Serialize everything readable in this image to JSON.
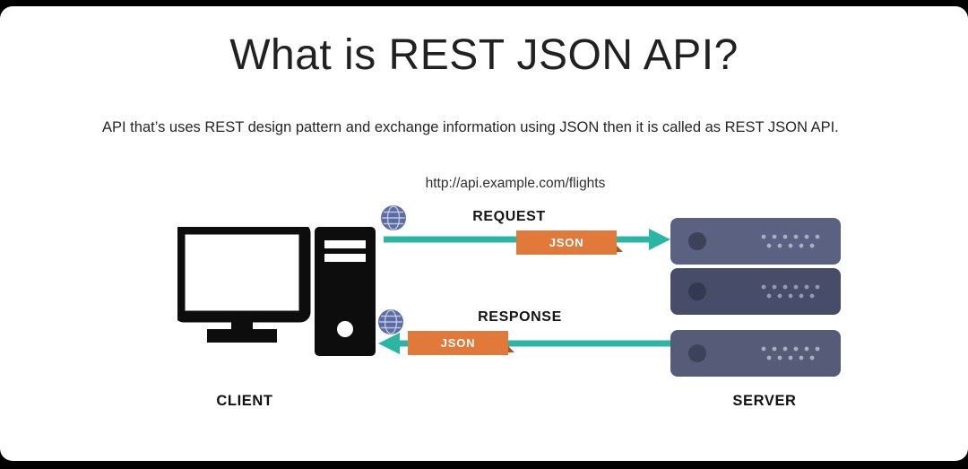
{
  "slide": {
    "title": "What is REST JSON API?",
    "description": "API that’s uses REST design pattern and exchange information using JSON then it is called as REST JSON API.",
    "url": "http://api.example.com/flights"
  },
  "diagram": {
    "client_label": "CLIENT",
    "server_label": "SERVER",
    "request": {
      "label": "REQUEST",
      "badge": "JSON"
    },
    "response": {
      "label": "RESPONSE",
      "badge": "JSON"
    },
    "colors": {
      "arrow_teal": "#2bb5a5",
      "badge_orange": "#e0793a",
      "server_light": "#5b6180",
      "server_dark": "#474d68",
      "server_mid": "#565c78",
      "globe_blue": "#5b6ca3",
      "client_black": "#0d0d0d"
    }
  }
}
